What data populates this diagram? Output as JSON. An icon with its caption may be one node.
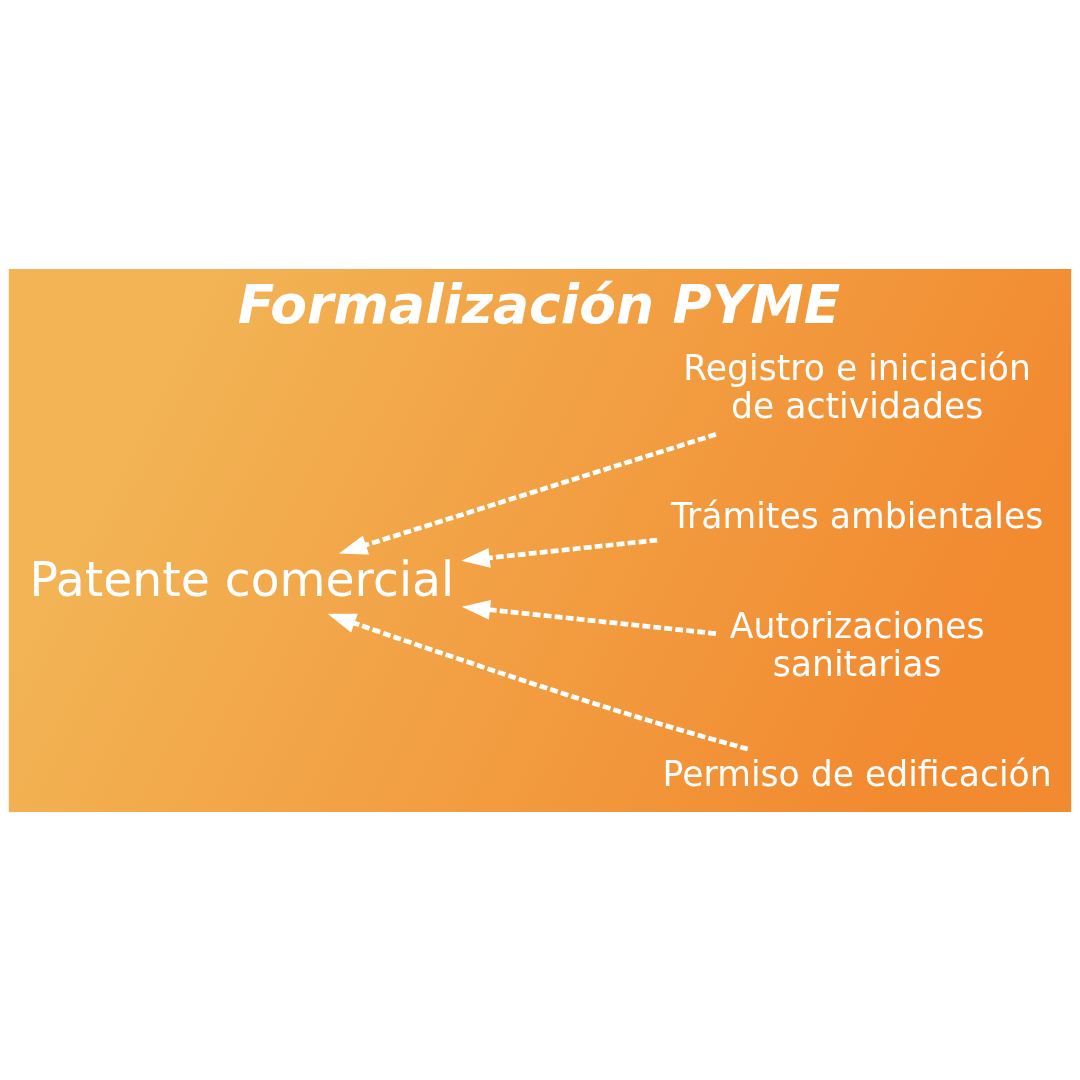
{
  "diagram": {
    "title": "Formalización PYME",
    "nodes": [
      {
        "text": [
          "Patente comercial"
        ]
      },
      {
        "text": [
          "Registro e iniciación de actividades"
        ]
      },
      {
        "text": [
          "Trámites ambientales"
        ]
      },
      {
        "text": [
          "Autorizaciones sanitarias"
        ]
      },
      {
        "text": [
          "Permiso de edificación"
        ]
      }
    ],
    "edges": [
      {
        "from": 1,
        "to": 0,
        "arrow": "to",
        "style": "dashed"
      },
      {
        "from": 2,
        "to": 0,
        "arrow": "to",
        "style": "dashed"
      },
      {
        "from": 3,
        "to": 0,
        "arrow": "to",
        "style": "dashed"
      },
      {
        "from": 4,
        "to": 0,
        "arrow": "to",
        "style": "dashed"
      }
    ]
  }
}
